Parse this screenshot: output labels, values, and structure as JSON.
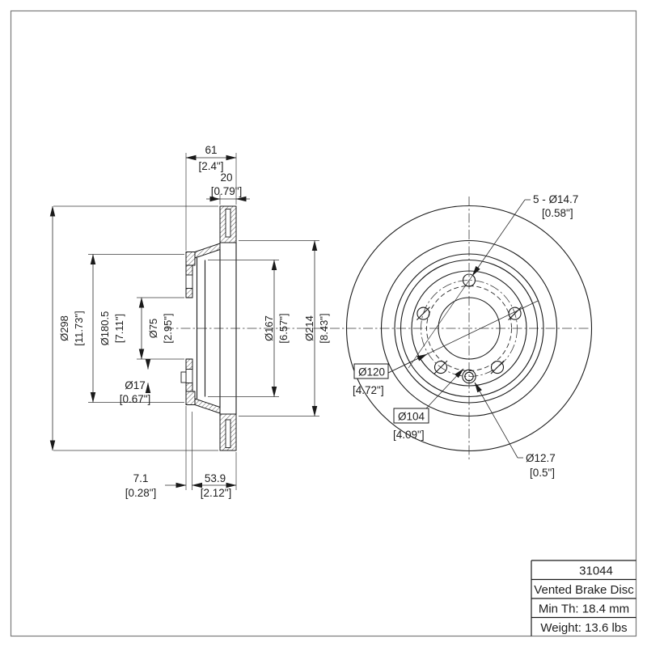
{
  "drawing": {
    "section_dims": {
      "total_width_mm": "61",
      "total_width_in": "[2.4\"]",
      "disc_thickness_mm": "20",
      "disc_thickness_in": "[0.79\"]",
      "outer_diameter_mm": "Ø298",
      "outer_diameter_in": "[11.73\"]",
      "hat_diameter_mm": "Ø180.5",
      "hat_diameter_in": "[7.11\"]",
      "centerbore_mm": "Ø75",
      "centerbore_in": "[2.95\"]",
      "bolt_hole_mm": "Ø17",
      "bolt_hole_in": "[0.67\"]",
      "inner_friction_mm": "Ø167",
      "inner_friction_in": "[6.57\"]",
      "friction_outer_mm": "Ø214",
      "friction_outer_in": "[8.43\"]",
      "hat_depth_mm": "7.1",
      "hat_depth_in": "[0.28\"]",
      "mount_offset_mm": "53.9",
      "mount_offset_in": "[2.12\"]"
    },
    "front_dims": {
      "lug_holes_mm": "5 - Ø14.7",
      "lug_holes_in": "[0.58\"]",
      "bolt_circle_mm": "Ø120",
      "bolt_circle_in": "[4.72\"]",
      "pilot_mm": "Ø104",
      "pilot_in": "[4.09\"]",
      "set_screw_mm": "Ø12.7",
      "set_screw_in": "[0.5\"]"
    },
    "title_block": {
      "part_number": "31044",
      "product_type": "Vented Brake Disc",
      "min_thickness": "Min Th: 18.4 mm",
      "weight": "Weight: 13.6 lbs"
    }
  }
}
